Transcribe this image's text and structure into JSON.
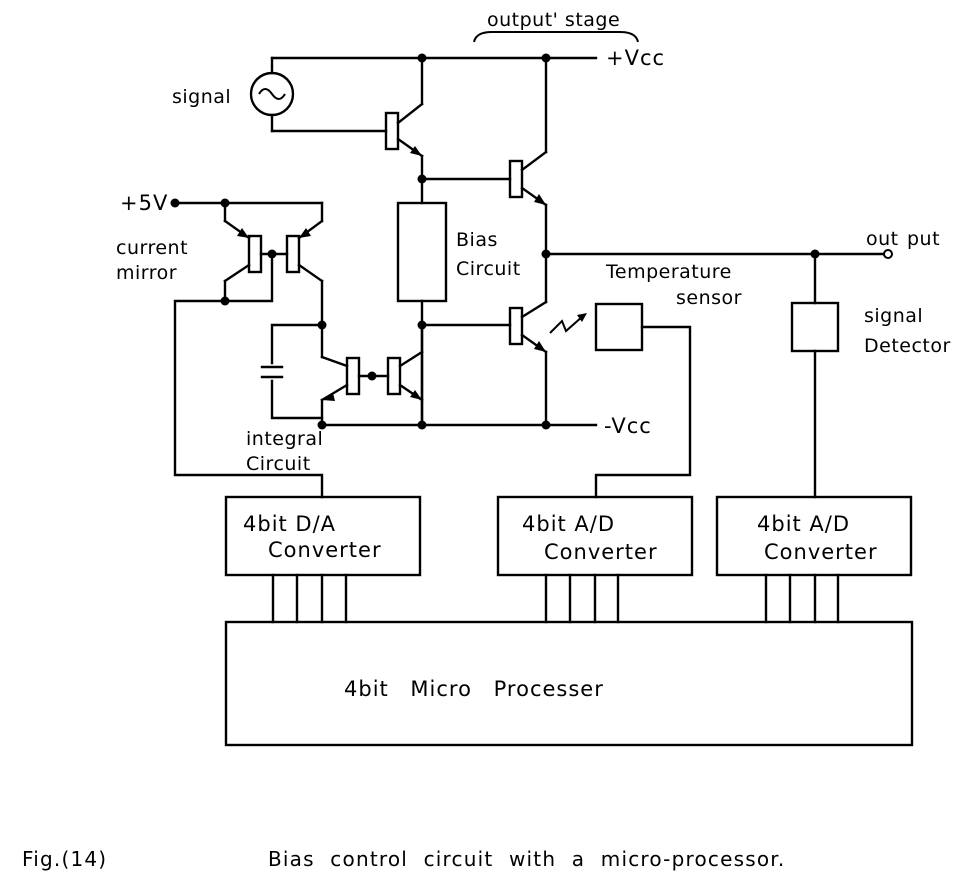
{
  "labels": {
    "output_stage": "output' stage",
    "vcc_pos": "+Vcc",
    "vcc_neg": "-Vcc",
    "signal": "signal",
    "plus5v": "+5V",
    "current": "current",
    "mirror": "mirror",
    "bias": "Bias",
    "circuit": "Circuit",
    "output_1": "out",
    "output_2": "put",
    "temperature": "Temperature",
    "sensor": "sensor",
    "signal2": "signal",
    "detector": "Detector",
    "integral": "integral",
    "circuit2": "Circuit"
  },
  "blocks": {
    "da_line1": "4bit D/A",
    "da_line2": "Converter",
    "ad1_line1": "4bit A/D",
    "ad1_line2": "Converter",
    "ad2_line1": "4bit A/D",
    "ad2_line2": "Converter",
    "mpu": "4bit Micro Processer"
  },
  "caption": {
    "fig": "Fig.(14)",
    "text": "Bias control circuit with a micro-processor."
  }
}
